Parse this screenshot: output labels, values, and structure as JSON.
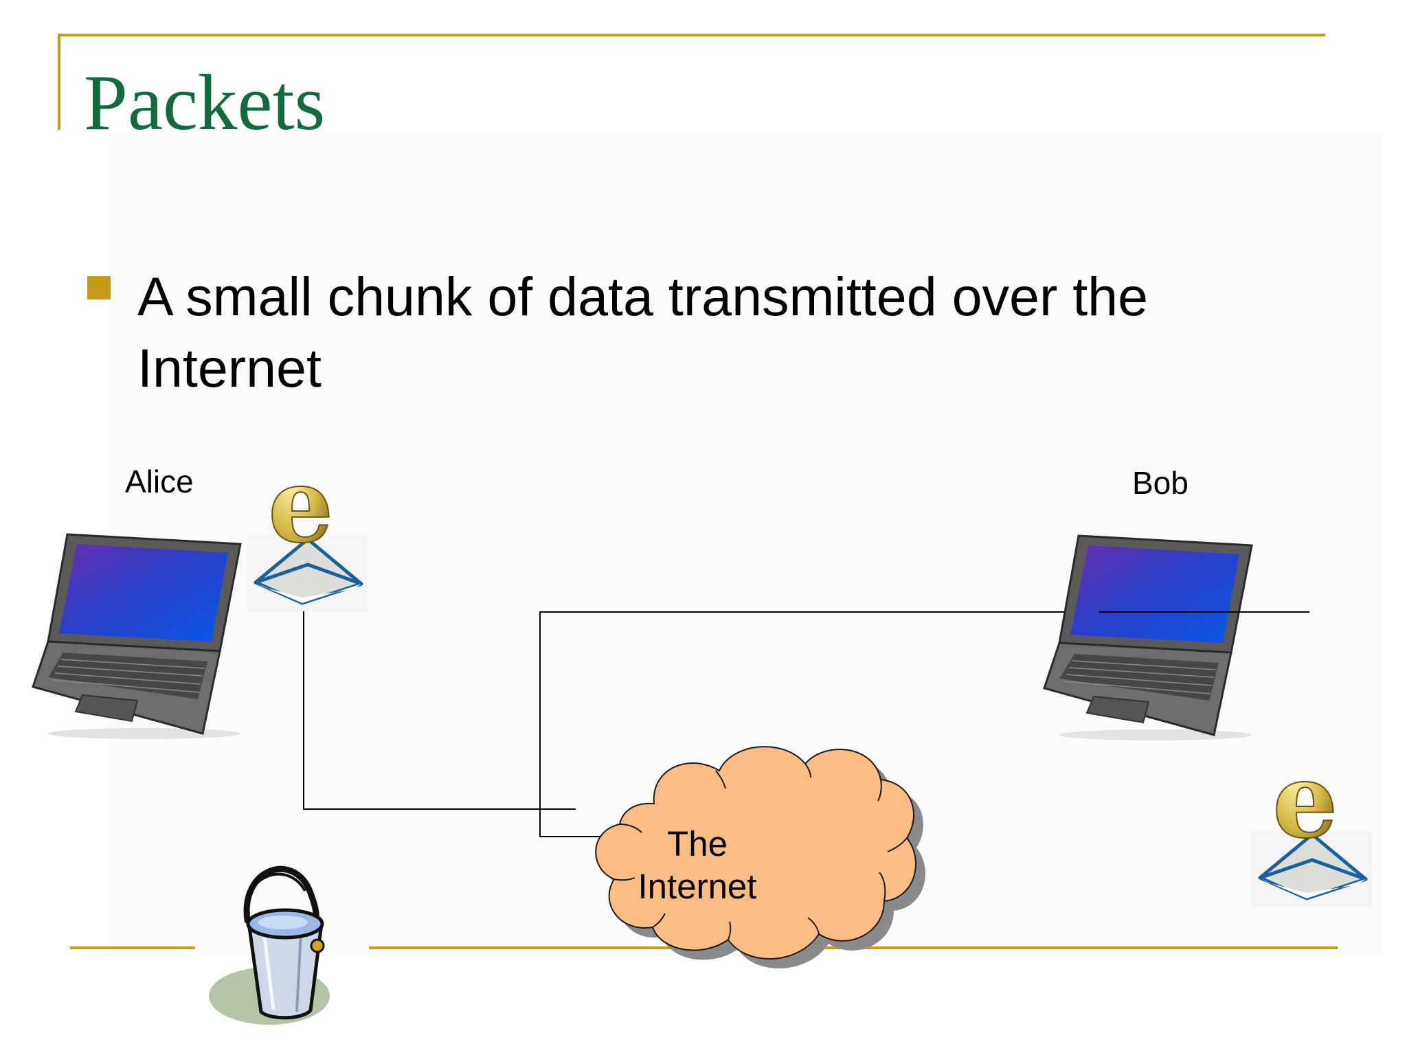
{
  "slide": {
    "title": "Packets",
    "bullet": "A small chunk of data transmitted over the Internet"
  },
  "diagram": {
    "sender_label": "Alice",
    "receiver_label": "Bob",
    "network_label_line1": "The",
    "network_label_line2": "Internet"
  },
  "colors": {
    "accent": "#c79b17",
    "title": "#126b3c",
    "cloud_fill": "#fcbd84",
    "screen": "#1f3cc0"
  },
  "icons": [
    "laptop-icon",
    "email-envelope-icon",
    "water-bucket-icon",
    "internet-cloud-icon"
  ]
}
